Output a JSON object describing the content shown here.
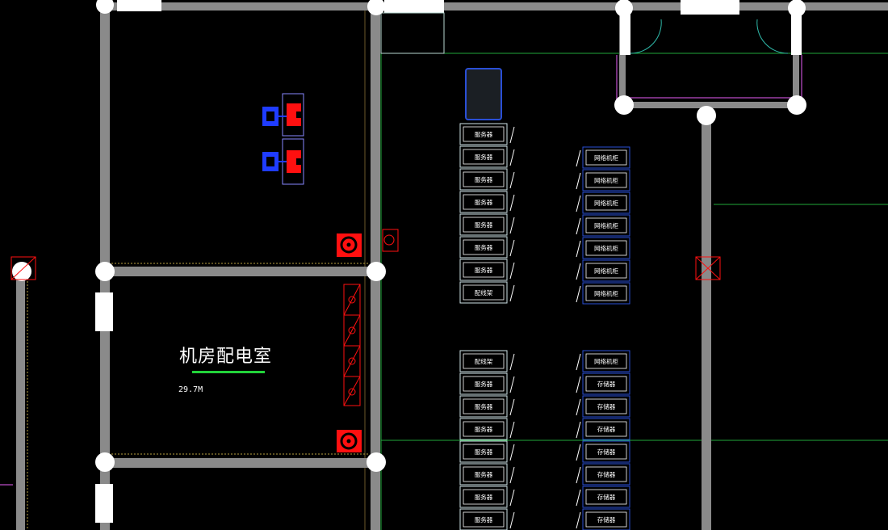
{
  "room": {
    "name": "机房配电室",
    "area": "29.7M"
  },
  "racks": {
    "left_column_upper": [
      "服务器",
      "服务器",
      "服务器",
      "服务器",
      "服务器",
      "服务器",
      "服务器",
      "配线架"
    ],
    "right_column_upper": [
      "网络机柜",
      "网络机柜",
      "网络机柜",
      "网络机柜",
      "网络机柜",
      "网络机柜",
      "网络机柜"
    ],
    "left_column_lower": [
      "配线架",
      "服务器",
      "服务器",
      "服务器",
      "服务器",
      "服务器",
      "服务器",
      "服务器"
    ],
    "right_column_lower": [
      "网络机柜",
      "存储器",
      "存储器",
      "存储器",
      "存储器",
      "存储器",
      "存储器",
      "存储器"
    ]
  },
  "colors": {
    "background": "#000000",
    "wall": "#8a8a8a",
    "column": "#ffffff",
    "rack_outline_left": "#cfe3e8",
    "rack_outline_right": "#2a4fd6",
    "device_red": "#ff1010",
    "device_blue": "#1f3cff",
    "guide_green": "#1fa83a",
    "room_underline": "#22d33a",
    "magenta": "#9a3fa6"
  }
}
